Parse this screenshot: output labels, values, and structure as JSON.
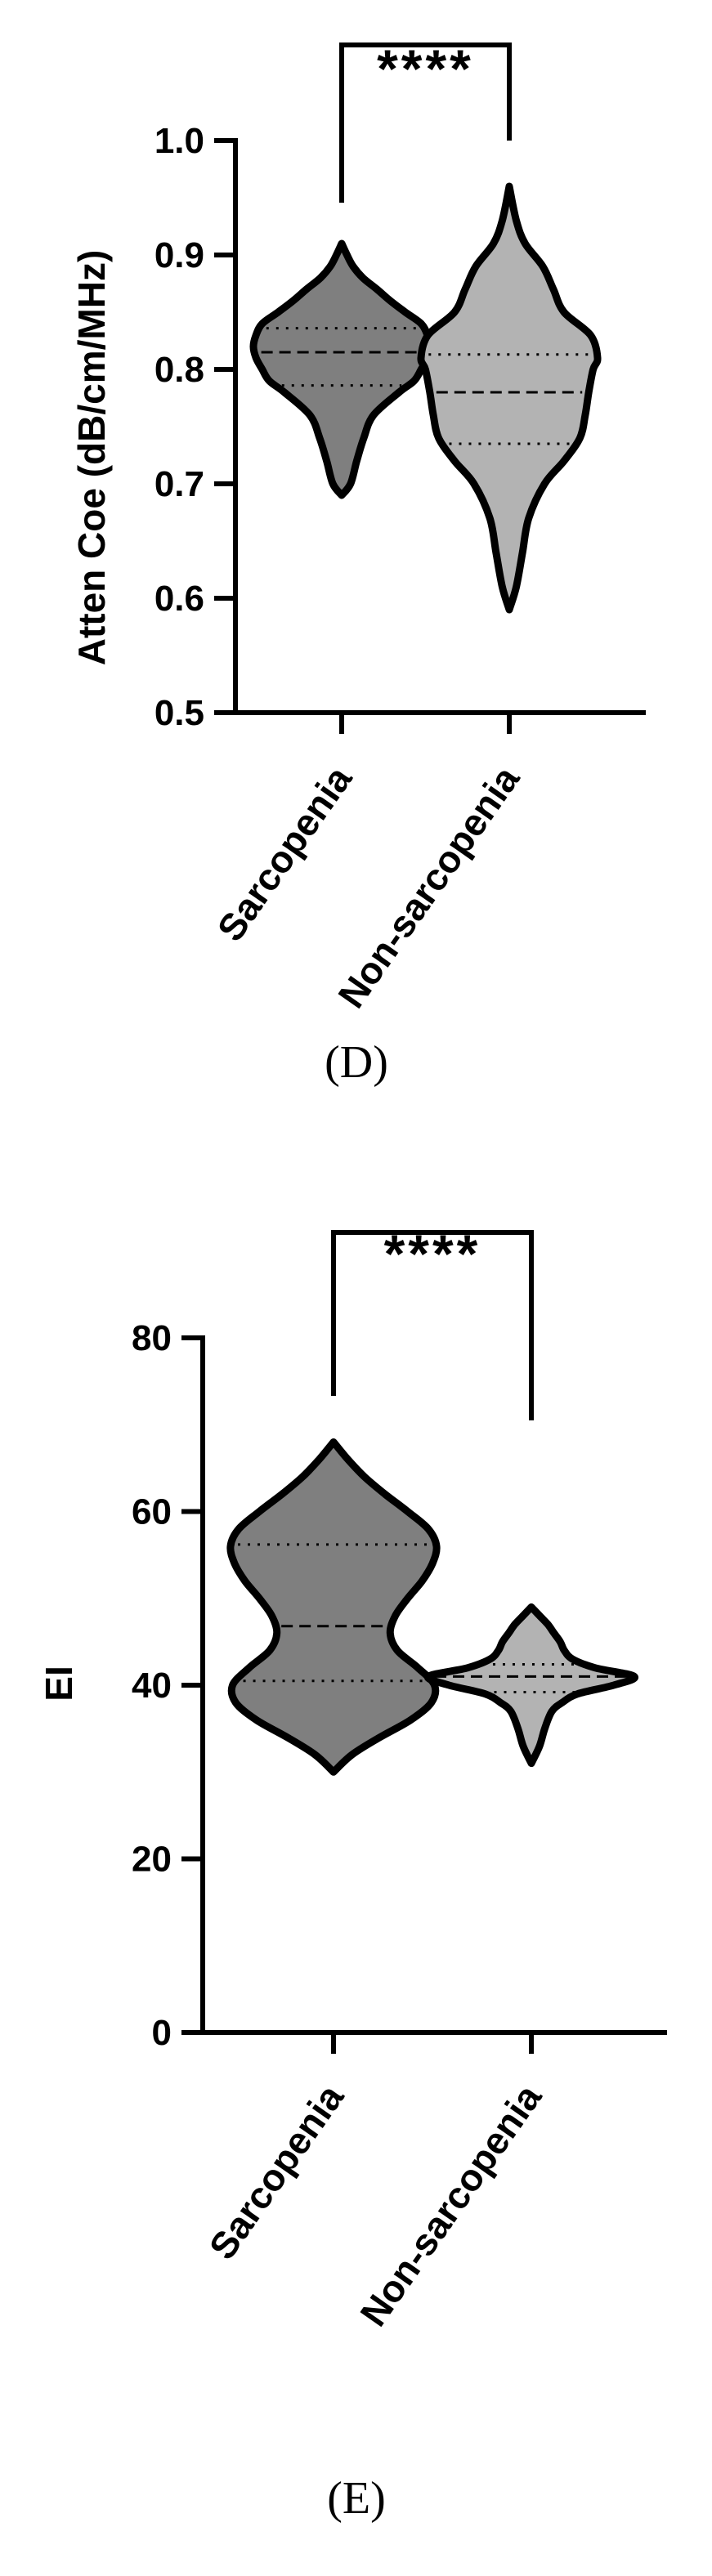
{
  "chart_data": [
    {
      "type": "violin",
      "panel_label": "(D)",
      "ylabel": "Atten Coe (dB/cm/MHz)",
      "ylim": [
        0.5,
        1.0
      ],
      "yticks": [
        "0.5",
        "0.6",
        "0.7",
        "0.8",
        "0.9",
        "1.0"
      ],
      "categories": [
        "Sarcopenia",
        "Non-sarcopenia"
      ],
      "significance": "****",
      "series": [
        {
          "category": "Sarcopenia",
          "color": "#7f7f7f",
          "min": 0.69,
          "max": 0.91,
          "q1": 0.786,
          "median": 0.815,
          "q3": 0.836,
          "profile": [
            [
              0.69,
              0.0
            ],
            [
              0.7,
              0.1
            ],
            [
              0.72,
              0.17
            ],
            [
              0.74,
              0.25
            ],
            [
              0.76,
              0.36
            ],
            [
              0.78,
              0.65
            ],
            [
              0.79,
              0.82
            ],
            [
              0.8,
              0.9
            ],
            [
              0.81,
              0.97
            ],
            [
              0.82,
              1.0
            ],
            [
              0.83,
              0.97
            ],
            [
              0.84,
              0.9
            ],
            [
              0.85,
              0.72
            ],
            [
              0.86,
              0.55
            ],
            [
              0.87,
              0.4
            ],
            [
              0.88,
              0.24
            ],
            [
              0.89,
              0.13
            ],
            [
              0.9,
              0.06
            ],
            [
              0.91,
              0.0
            ]
          ]
        },
        {
          "category": "Non-sarcopenia",
          "color": "#b3b3b3",
          "min": 0.59,
          "max": 0.96,
          "q1": 0.735,
          "median": 0.78,
          "q3": 0.813,
          "profile": [
            [
              0.59,
              0.0
            ],
            [
              0.61,
              0.08
            ],
            [
              0.64,
              0.15
            ],
            [
              0.67,
              0.22
            ],
            [
              0.7,
              0.4
            ],
            [
              0.72,
              0.62
            ],
            [
              0.74,
              0.8
            ],
            [
              0.76,
              0.86
            ],
            [
              0.78,
              0.9
            ],
            [
              0.8,
              0.95
            ],
            [
              0.81,
              1.0
            ],
            [
              0.83,
              0.92
            ],
            [
              0.85,
              0.62
            ],
            [
              0.87,
              0.5
            ],
            [
              0.89,
              0.38
            ],
            [
              0.91,
              0.18
            ],
            [
              0.93,
              0.08
            ],
            [
              0.96,
              0.0
            ]
          ]
        }
      ]
    },
    {
      "type": "violin",
      "panel_label": "(E)",
      "ylabel": "EI",
      "ylim": [
        0,
        80
      ],
      "yticks": [
        "0",
        "20",
        "40",
        "60",
        "80"
      ],
      "categories": [
        "Sarcopenia",
        "Non-sarcopenia"
      ],
      "significance": "****",
      "series": [
        {
          "category": "Sarcopenia",
          "color": "#7f7f7f",
          "min": 30,
          "max": 68,
          "q1": 40.5,
          "median": 46.8,
          "q3": 56.2,
          "profile": [
            [
              30,
              0.0
            ],
            [
              32,
              0.18
            ],
            [
              34,
              0.45
            ],
            [
              36,
              0.75
            ],
            [
              38,
              0.95
            ],
            [
              40,
              0.98
            ],
            [
              42,
              0.82
            ],
            [
              44,
              0.62
            ],
            [
              46,
              0.55
            ],
            [
              48,
              0.6
            ],
            [
              50,
              0.72
            ],
            [
              52,
              0.86
            ],
            [
              54,
              0.96
            ],
            [
              56,
              1.0
            ],
            [
              58,
              0.92
            ],
            [
              60,
              0.72
            ],
            [
              62,
              0.5
            ],
            [
              64,
              0.3
            ],
            [
              66,
              0.14
            ],
            [
              68,
              0.0
            ]
          ]
        },
        {
          "category": "Non-sarcopenia",
          "color": "#b3b3b3",
          "min": 31,
          "max": 49,
          "q1": 39.2,
          "median": 41.0,
          "q3": 42.4,
          "profile": [
            [
              31,
              0.0
            ],
            [
              33,
              0.08
            ],
            [
              35,
              0.13
            ],
            [
              37,
              0.2
            ],
            [
              38,
              0.3
            ],
            [
              39,
              0.45
            ],
            [
              40,
              0.8
            ],
            [
              41,
              1.0
            ],
            [
              42,
              0.62
            ],
            [
              43,
              0.4
            ],
            [
              44,
              0.32
            ],
            [
              45,
              0.28
            ],
            [
              46,
              0.22
            ],
            [
              47,
              0.16
            ],
            [
              48,
              0.08
            ],
            [
              49,
              0.0
            ]
          ]
        }
      ]
    }
  ]
}
